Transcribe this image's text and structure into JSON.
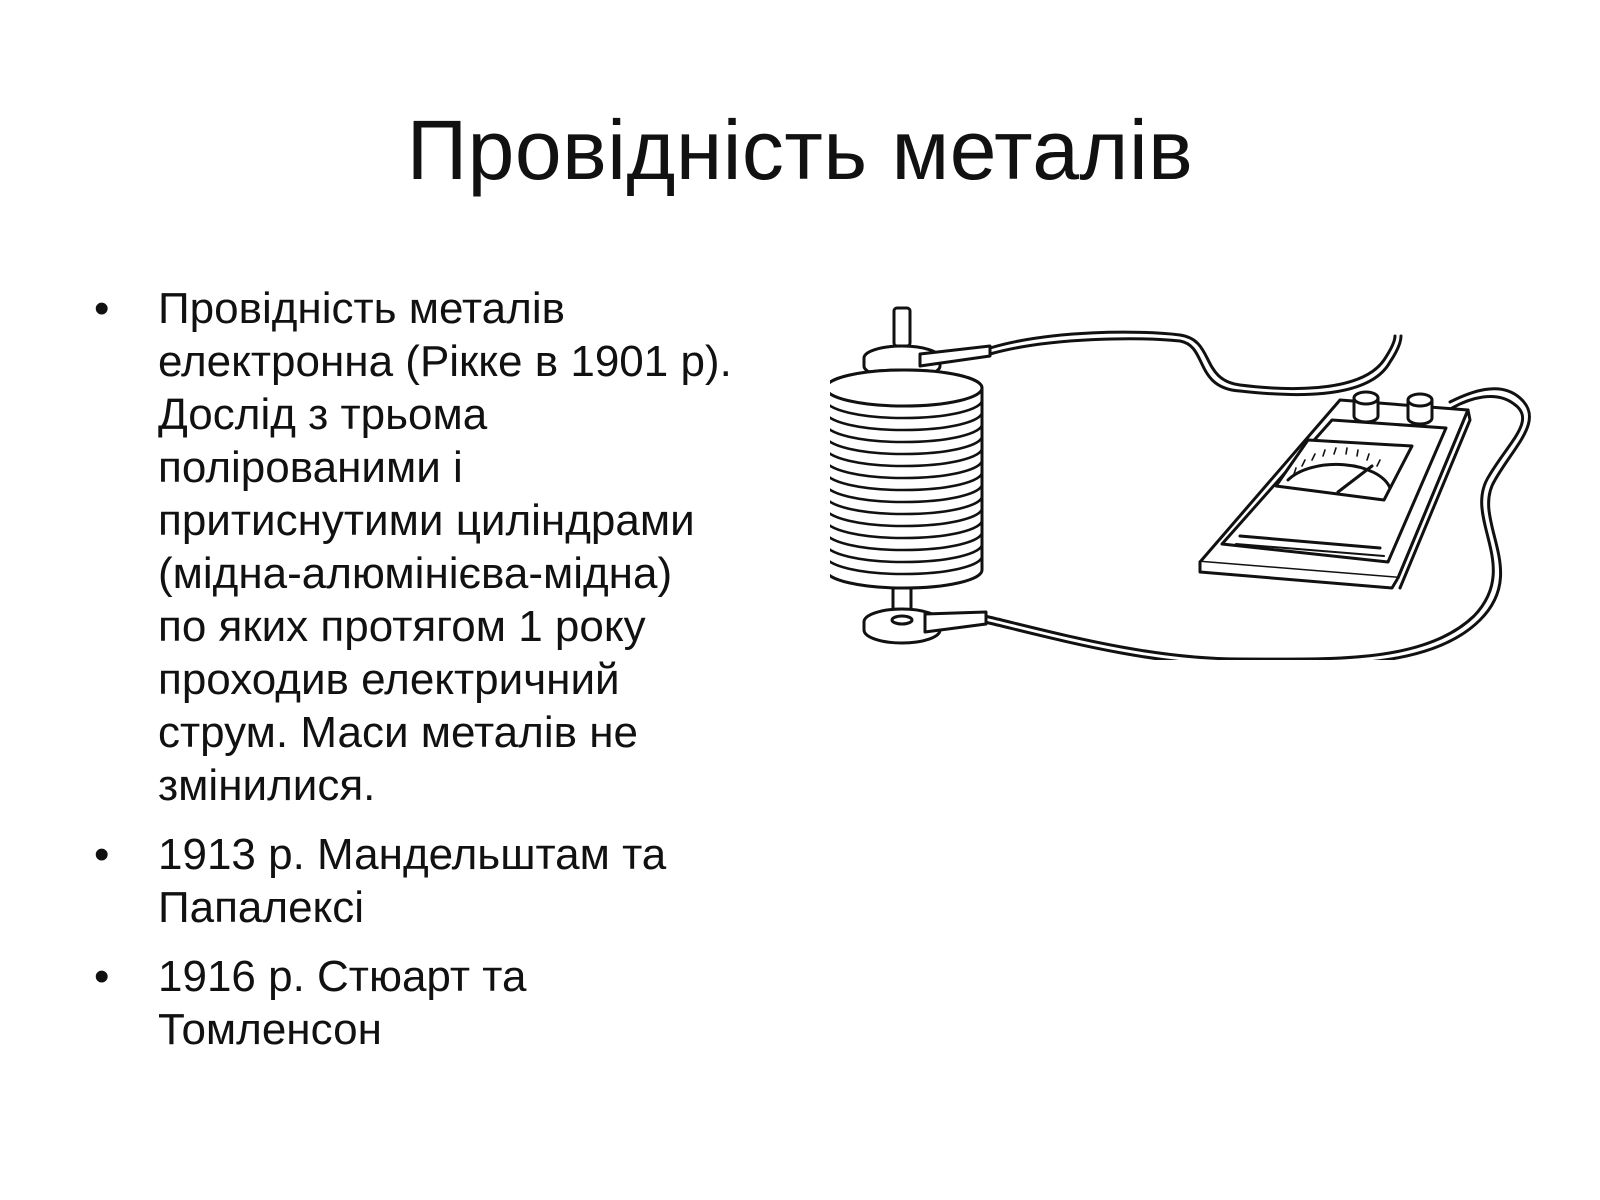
{
  "slide": {
    "title": "Провідність металів",
    "bullets": [
      {
        "lines": [
          "Провідність металів",
          "електронна (Рікке в 1901 р).",
          "Дослід з трьома",
          "полірованими і",
          "притиснутими циліндрами",
          "(мідна-алюмінієва-мідна)",
          "по яких протягом 1 року",
          "проходив електричний",
          "струм. Маси металів не",
          "змінилися."
        ]
      },
      {
        "lines": [
          "1913 р. Мандельштам та",
          "Папалексі"
        ]
      },
      {
        "lines": [
          "1916 р. Стюарт та",
          "Томленсон"
        ]
      }
    ],
    "bullet_symbol": "•",
    "illustration": {
      "components": [
        "coil-icon",
        "galvanometer-icon",
        "wire-icon"
      ]
    }
  }
}
